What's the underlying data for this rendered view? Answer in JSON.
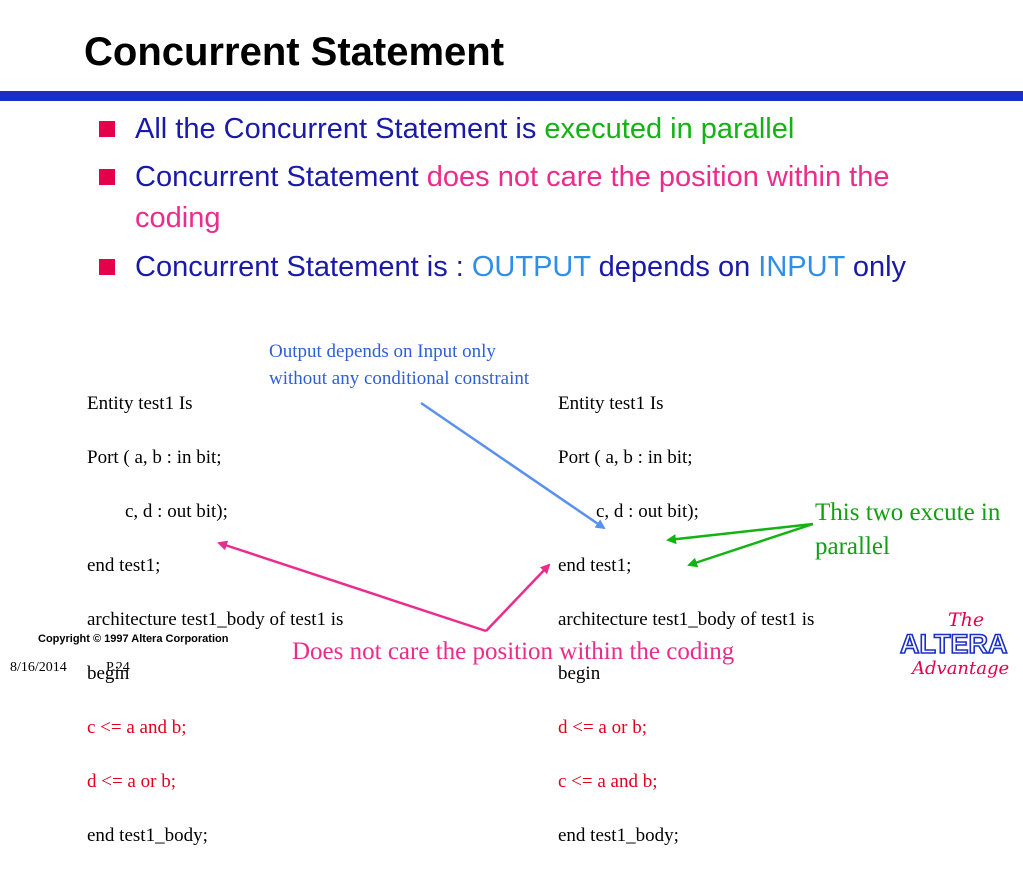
{
  "title": "Concurrent Statement",
  "bullets": [
    {
      "a": "All the Concurrent Statement is ",
      "b": "executed in parallel"
    },
    {
      "a": "Concurrent Statement ",
      "b": "does not care the position within the coding"
    },
    {
      "a": "Concurrent Statement is : ",
      "b": "OUTPUT",
      "c": " depends on ",
      "d": "INPUT",
      "e": " only"
    }
  ],
  "note_top": "Output depends on Input only without any conditional constraint",
  "code_left": {
    "l1": "Entity test1 Is",
    "l2": "Port ( a, b : in bit;",
    "l3": "        c, d : out bit);",
    "l4": "end test1;",
    "l5": "architecture test1_body of test1 is",
    "l6": "begin",
    "l7": "c <= a and b;",
    "l8": "d <= a or b;",
    "l9": "end test1_body;"
  },
  "code_right": {
    "l1": "Entity test1 Is",
    "l2": "Port ( a, b : in bit;",
    "l3": "        c, d : out bit);",
    "l4": "end test1;",
    "l5": "architecture test1_body of test1 is",
    "l6": "begin",
    "l7": "d <= a or b;",
    "l8": "c <= a and b;",
    "l9": "end test1_body;"
  },
  "note_parallel": "This two excute in parallel",
  "note_bottom": "Does not care the position within the coding",
  "copyright": "Copyright © 1997 Altera Corporation",
  "date": "8/16/2014",
  "page": "P.24",
  "logo": {
    "line1": "The",
    "line2": "ALTERA",
    "line3": "Advantage"
  },
  "colors": {
    "accent_rule": "#1a2ec8",
    "bullet_square": "#e4004b",
    "green": "#12b312",
    "pink": "#ec2c8c",
    "light_blue": "#2f8fe8"
  }
}
